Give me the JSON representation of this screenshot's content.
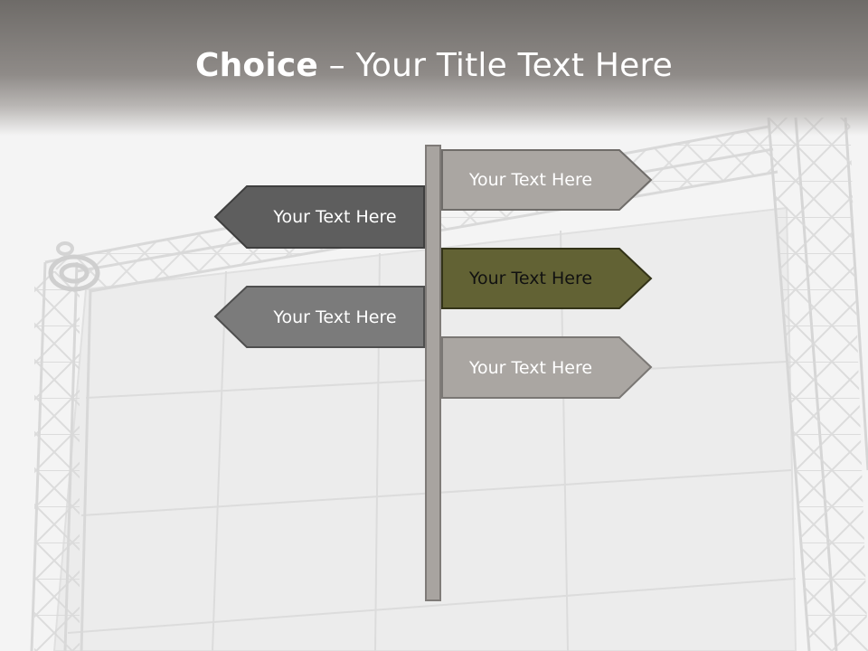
{
  "title": {
    "bold": "Choice",
    "rest": " – Your Title Text Here"
  },
  "signs": [
    {
      "text": "Your Text Here",
      "color": "#aaa6a2",
      "text_color": "#ffffff",
      "side": "right"
    },
    {
      "text": "Your Text Here",
      "color": "#5e5e5e",
      "text_color": "#ffffff",
      "side": "left"
    },
    {
      "text": "Your Text Here",
      "color": "#626234",
      "text_color": "#111111",
      "side": "right"
    },
    {
      "text": "Your Text Here",
      "color": "#7b7b7b",
      "text_color": "#ffffff",
      "side": "left"
    },
    {
      "text": "Your Text Here",
      "color": "#aaa6a2",
      "text_color": "#ffffff",
      "side": "right"
    }
  ],
  "pole_color": "#a8a4a0"
}
